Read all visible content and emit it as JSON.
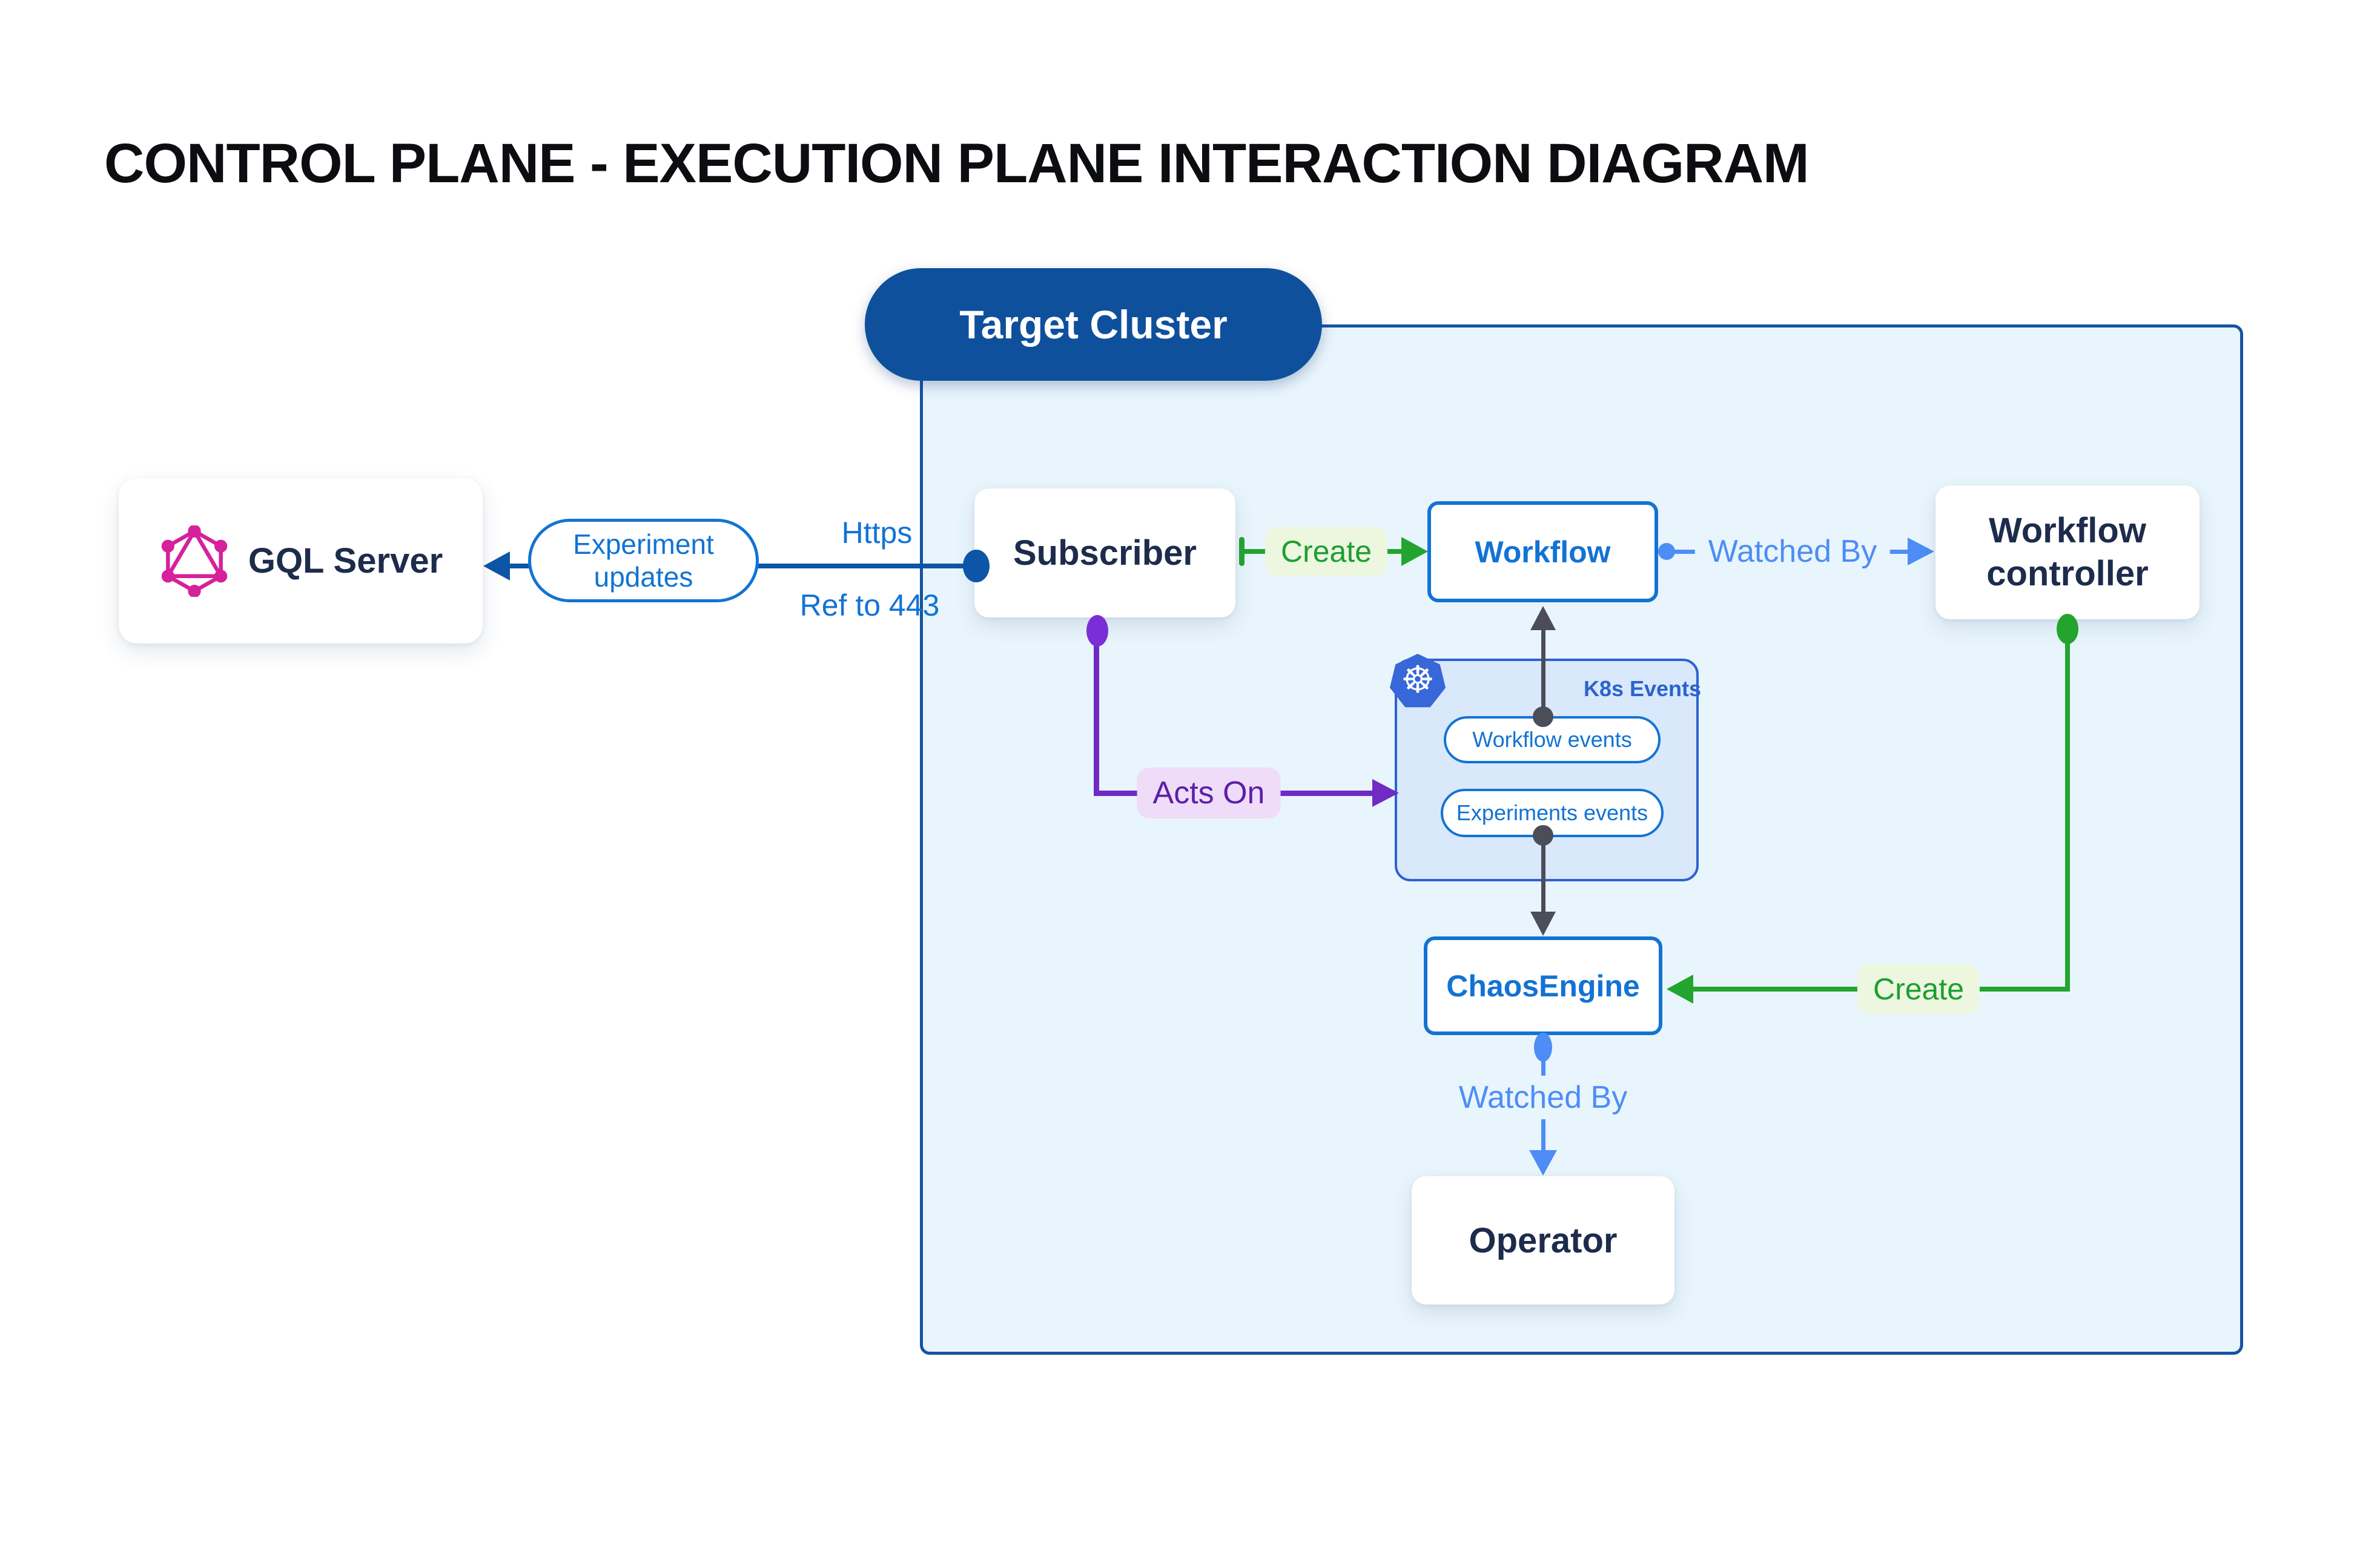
{
  "title": "CONTROL PLANE - EXECUTION PLANE INTERACTION DIAGRAM",
  "cluster": {
    "label": "Target Cluster"
  },
  "nodes": {
    "gql_server": {
      "label": "GQL Server"
    },
    "subscriber": {
      "label": "Subscriber"
    },
    "workflow": {
      "label": "Workflow"
    },
    "workflow_controller": {
      "label": "Workflow controller"
    },
    "chaos_engine": {
      "label": "ChaosEngine"
    },
    "operator": {
      "label": "Operator"
    }
  },
  "k8s_events": {
    "label": "K8s Events",
    "wheel_icon": "☸",
    "pills": {
      "workflow_events": "Workflow events",
      "experiments_events": "Experiments events"
    }
  },
  "edges": {
    "experiment_updates": {
      "label": "Experiment updates"
    },
    "https": {
      "label": "Https"
    },
    "ref_443": {
      "label": "Ref to 443"
    },
    "create_workflow": {
      "label": "Create"
    },
    "watched_by_controller": {
      "label": "Watched By"
    },
    "acts_on": {
      "label": "Acts On"
    },
    "create_chaosengine": {
      "label": "Create"
    },
    "watched_by_operator": {
      "label": "Watched By"
    }
  },
  "colors": {
    "accent_blue": "#1273d4",
    "dark_blue_line": "#0d55a6",
    "cluster_pill_blue": "#0f509c",
    "light_blue": "#4d8df5",
    "green": "#23a42f",
    "green_chip_bg": "#edf6df",
    "purple": "#6f2bc4",
    "purple_chip_bg": "#eedcf8",
    "gray_connector": "#4b4d58",
    "cluster_fill": "#e9f5fc",
    "k8s_fill": "#d9e8fa",
    "navy_text": "#1d2c4c",
    "graphql_pink": "#d6219c",
    "k8s_logo_blue": "#3767d8"
  }
}
